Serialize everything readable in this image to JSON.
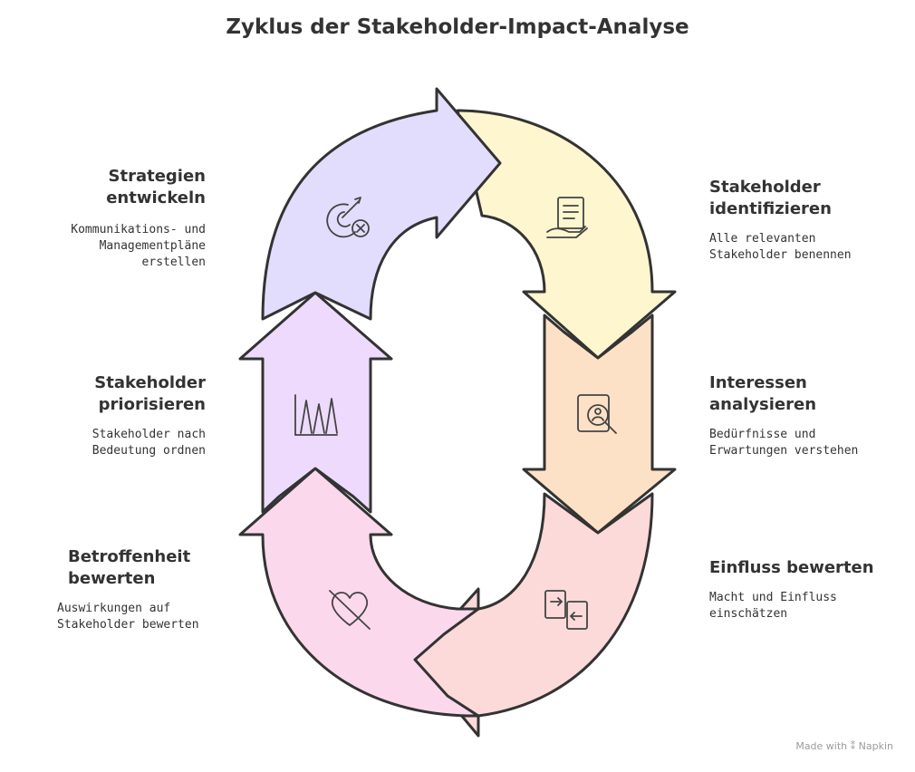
{
  "title": "Zyklus der Stakeholder-Impact-Analyse",
  "steps": [
    {
      "id": "identify",
      "title": "Stakeholder\nidentifizieren",
      "desc": "Alle relevanten\nStakeholder benennen",
      "color": "#fdf6cf",
      "icon": "document-hand-icon"
    },
    {
      "id": "interests",
      "title": "Interessen\nanalysieren",
      "desc": "Bedürfnisse und\nErwartungen verstehen",
      "color": "#fde1c7",
      "icon": "person-search-icon"
    },
    {
      "id": "influence",
      "title": "Einfluss bewerten",
      "desc": "Macht und Einfluss\neinschätzen",
      "color": "#fcdad9",
      "icon": "exchange-icon"
    },
    {
      "id": "affectedness",
      "title": "Betroffenheit\nbewerten",
      "desc": "Auswirkungen auf\nStakeholder bewerten",
      "color": "#fcd8ed",
      "icon": "heart-off-icon"
    },
    {
      "id": "prioritize",
      "title": "Stakeholder\npriorisieren",
      "desc": "Stakeholder nach\nBedeutung ordnen",
      "color": "#eedafd",
      "icon": "bars-icon"
    },
    {
      "id": "strategies",
      "title": "Strategien\nentwickeln",
      "desc": "Kommunikations- und\nManagementpläne\nerstellen",
      "color": "#e3ddfd",
      "icon": "target-x-icon"
    }
  ],
  "footer": "Made with ⁑ Napkin",
  "stroke_color": "#333333"
}
